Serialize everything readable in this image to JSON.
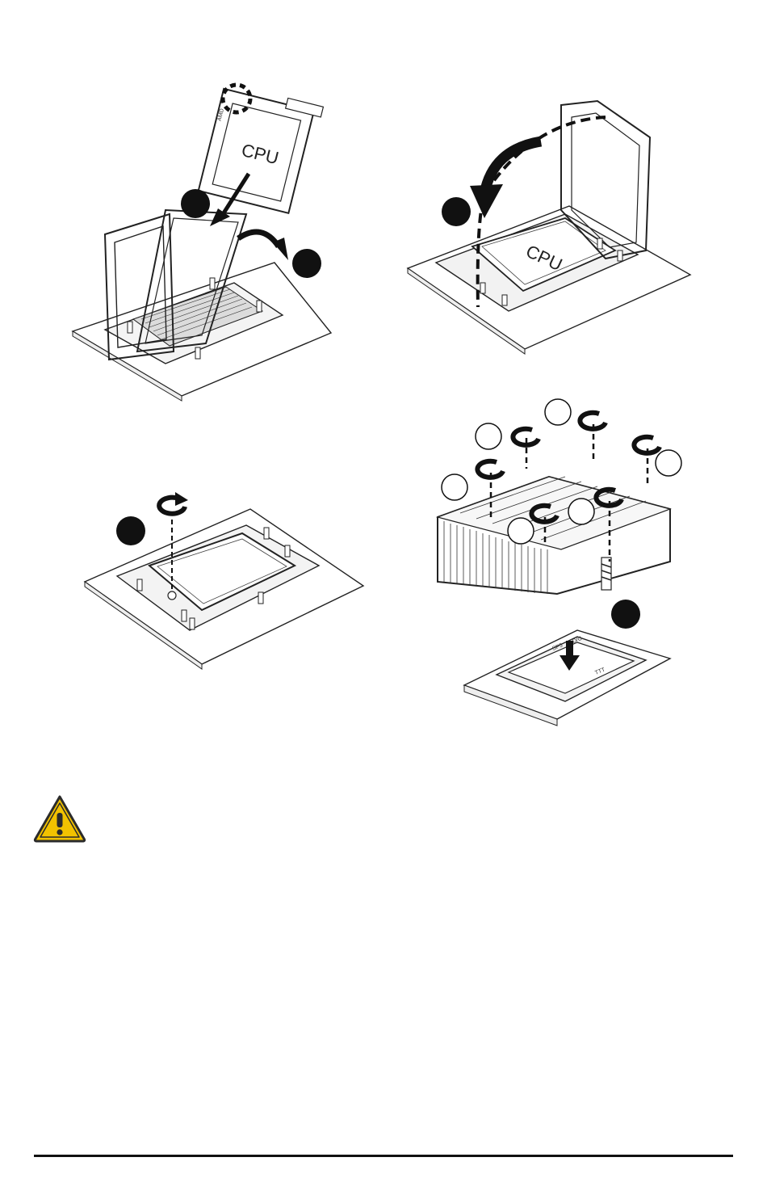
{
  "figures": {
    "step_a": {
      "chip_label": "CPU",
      "mark_text": "AMD"
    },
    "step_b": {
      "chip_label": "CPU"
    },
    "step_c": {},
    "step_d": {
      "plate_labels": [
        "SP5",
        "D/C",
        "TTT"
      ]
    }
  },
  "caution": {
    "icon": "warning-triangle-icon",
    "color": "#f2c200",
    "outline": "#2b2b2b"
  },
  "footer": {}
}
